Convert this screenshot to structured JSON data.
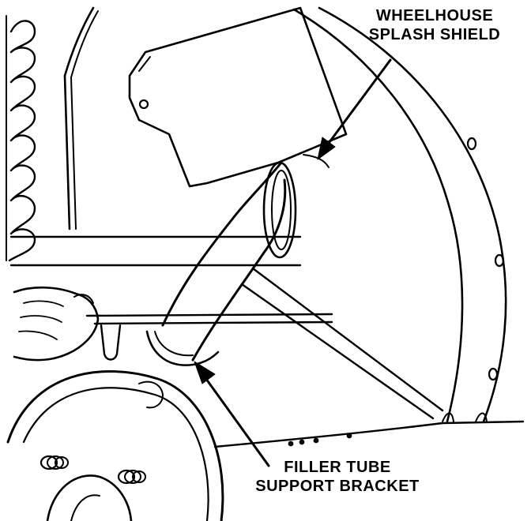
{
  "callouts": {
    "wheelhouse_splash_shield": {
      "line1": "WHEELHOUSE",
      "line2": "SPLASH SHIELD"
    },
    "filler_tube_support_bracket": {
      "line1": "FILLER TUBE",
      "line2": "SUPPORT BRACKET"
    }
  },
  "colors": {
    "ink": "#000000",
    "paper": "#ffffff"
  }
}
